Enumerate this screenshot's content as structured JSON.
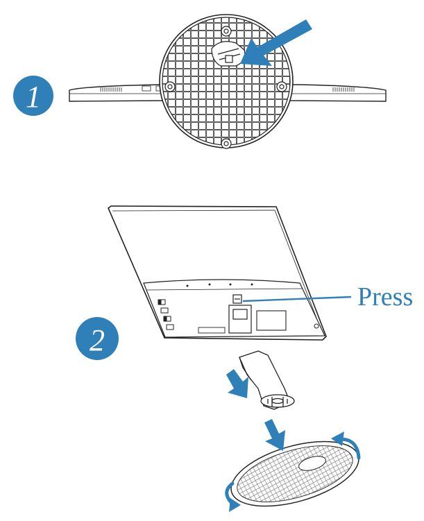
{
  "steps": [
    {
      "number": "1"
    },
    {
      "number": "2"
    }
  ],
  "callout": {
    "label": "Press"
  },
  "colors": {
    "accent": "#2f7fb8",
    "line": "#222222",
    "background": "#ffffff"
  }
}
